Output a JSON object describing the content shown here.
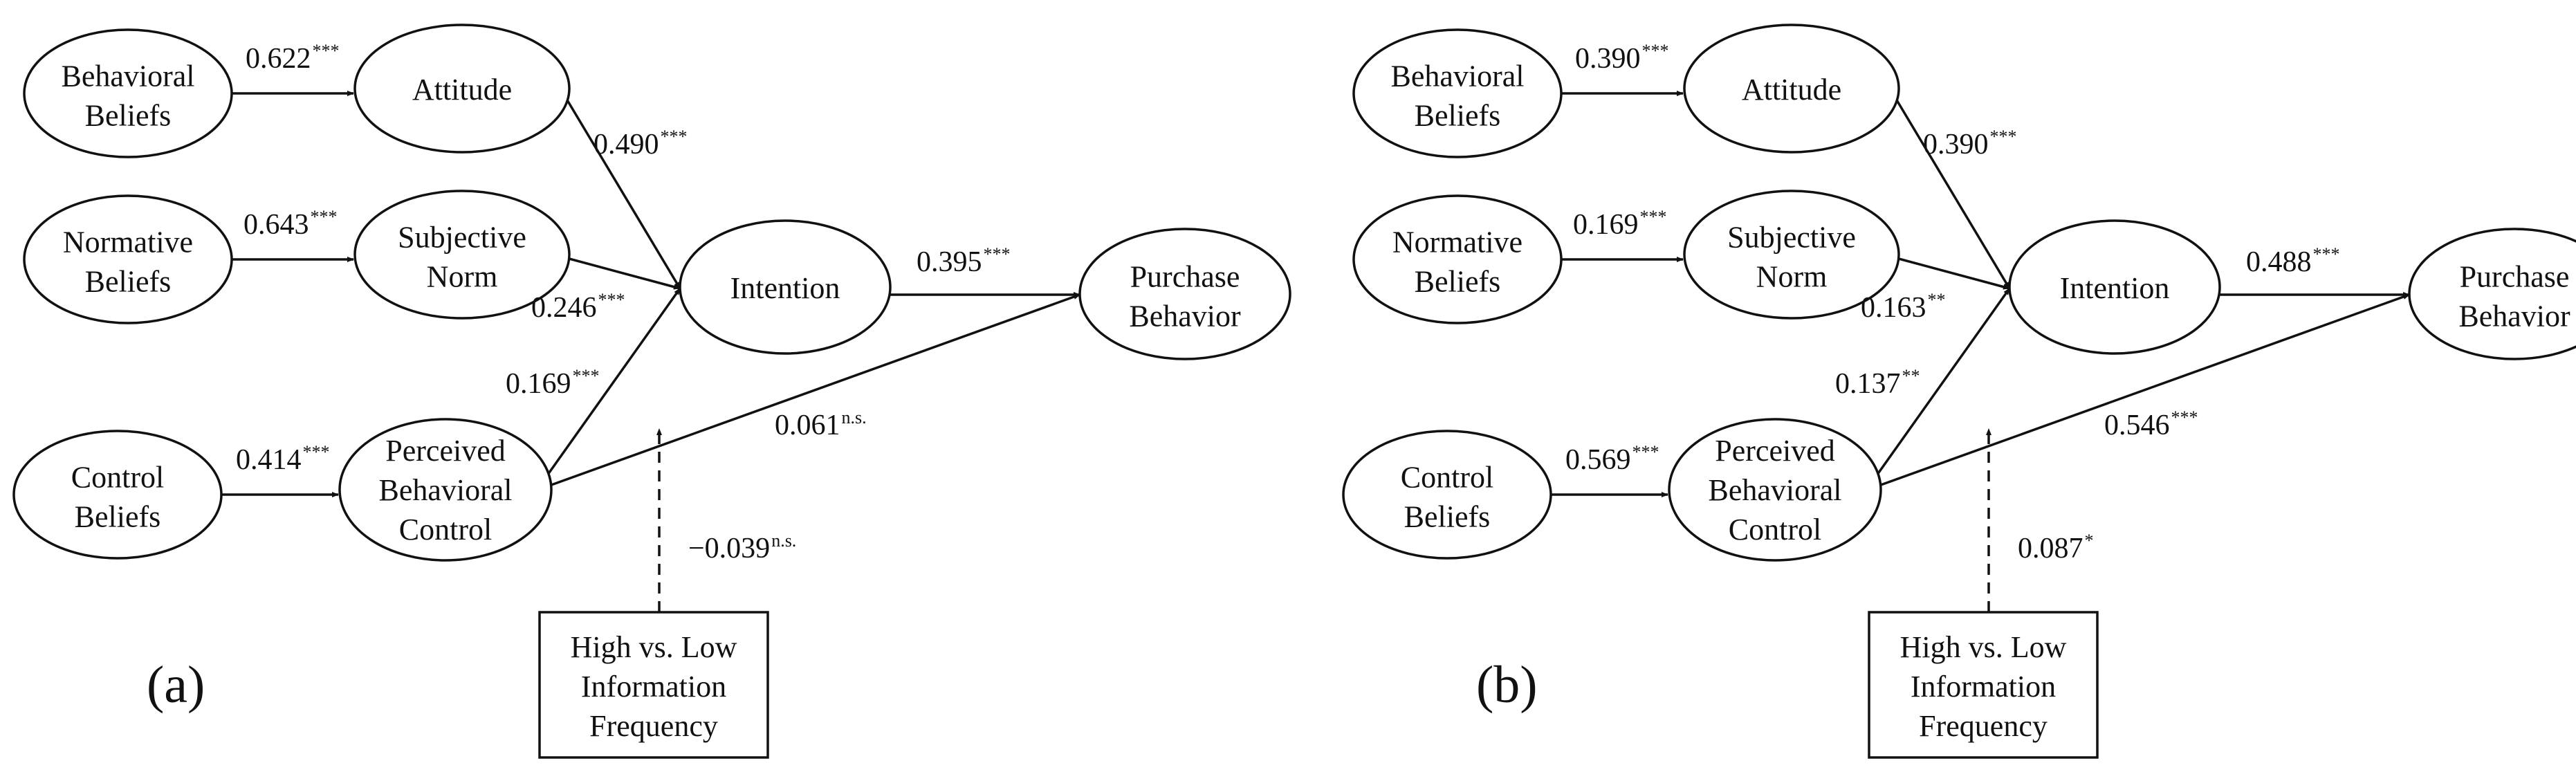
{
  "panels": [
    {
      "label": "(a)",
      "nodes": {
        "bb": [
          "Behavioral",
          "Beliefs"
        ],
        "nb": [
          "Normative",
          "Beliefs"
        ],
        "cb": [
          "Control",
          "Beliefs"
        ],
        "att": [
          "Attitude"
        ],
        "sn": [
          "Subjective",
          "Norm"
        ],
        "pbc": [
          "Perceived",
          "Behavioral",
          "Control"
        ],
        "int": [
          "Intention"
        ],
        "pb": [
          "Purchase",
          "Behavior"
        ],
        "mod": [
          "High vs. Low",
          "Information",
          "Frequency"
        ]
      },
      "paths": {
        "bb_att": {
          "value": "0.622",
          "sig": "***"
        },
        "nb_sn": {
          "value": "0.643",
          "sig": "***"
        },
        "cb_pbc": {
          "value": "0.414",
          "sig": "***"
        },
        "att_int": {
          "value": "0.490",
          "sig": "***"
        },
        "sn_int": {
          "value": "0.246",
          "sig": "***"
        },
        "pbc_int": {
          "value": "0.169",
          "sig": "***"
        },
        "int_pb": {
          "value": "0.395",
          "sig": "***"
        },
        "pbc_pb": {
          "value": "0.061",
          "sig": "n.s."
        },
        "mod": {
          "value": "−0.039",
          "sig": "n.s."
        }
      }
    },
    {
      "label": "(b)",
      "nodes": {
        "bb": [
          "Behavioral",
          "Beliefs"
        ],
        "nb": [
          "Normative",
          "Beliefs"
        ],
        "cb": [
          "Control",
          "Beliefs"
        ],
        "att": [
          "Attitude"
        ],
        "sn": [
          "Subjective",
          "Norm"
        ],
        "pbc": [
          "Perceived",
          "Behavioral",
          "Control"
        ],
        "int": [
          "Intention"
        ],
        "pb": [
          "Purchase",
          "Behavior"
        ],
        "mod": [
          "High vs. Low",
          "Information",
          "Frequency"
        ]
      },
      "paths": {
        "bb_att": {
          "value": "0.390",
          "sig": "***"
        },
        "nb_sn": {
          "value": "0.169",
          "sig": "***"
        },
        "cb_pbc": {
          "value": "0.569",
          "sig": "***"
        },
        "att_int": {
          "value": "0.390",
          "sig": "***"
        },
        "sn_int": {
          "value": "0.163",
          "sig": "**"
        },
        "pbc_int": {
          "value": "0.137",
          "sig": "**"
        },
        "int_pb": {
          "value": "0.488",
          "sig": "***"
        },
        "pbc_pb": {
          "value": "0.546",
          "sig": "***"
        },
        "mod": {
          "value": "0.087",
          "sig": "*"
        }
      }
    }
  ]
}
